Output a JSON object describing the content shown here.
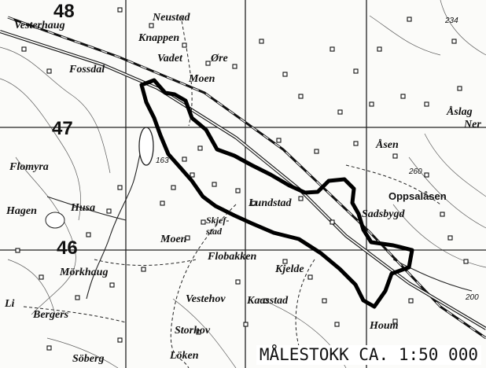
{
  "map": {
    "scale_text": "MÅLESTOKK CA. 1:50 000",
    "grid_labels": {
      "n48": "48",
      "n47": "47",
      "n46": "46"
    },
    "places": {
      "vesterhaug": "Vesterhaug",
      "neustad": "Neustad",
      "knappen": "Knappen",
      "vadet": "Vadet",
      "ore": "Øre",
      "fossdal": "Fossdal",
      "moen_top": "Moen",
      "aslag": "Åslag",
      "ner": "Ner",
      "asen": "Åsen",
      "flomyra": "Flomyra",
      "hagen": "Hagen",
      "husa": "Husa",
      "oppsaldsen": "Oppsalåsen",
      "lundstad": "Lundstad",
      "sadsbygd": "Sadsbygd",
      "skjefstad": "Skjef-\nstad",
      "moen_mid": "Moen",
      "flobakken": "Flobakken",
      "kjelde": "Kjelde",
      "morkhaug": "Mörkhaug",
      "li": "Li",
      "bergers": "Bergers",
      "vestehov": "Vestehov",
      "kaasstad": "Kaasstad",
      "storhov": "Storhov",
      "loken": "Löken",
      "soberg": "Söberg",
      "houm": "Houm"
    },
    "elevations": {
      "e163": "163",
      "e260": "260",
      "e200": "200",
      "e234": "234"
    }
  }
}
